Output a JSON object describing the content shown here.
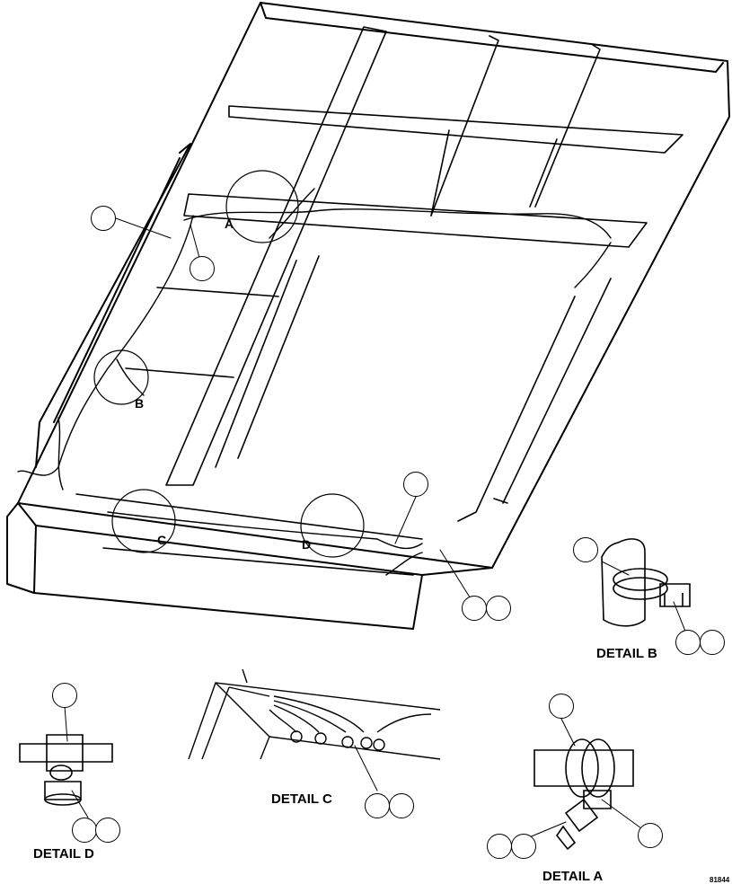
{
  "view_letters": {
    "a": "A",
    "b": "B",
    "c": "C",
    "d": "D"
  },
  "detail_titles": {
    "detail_a": "DETAIL A",
    "detail_b": "DETAIL B",
    "detail_c": "DETAIL C",
    "detail_d": "DETAIL D"
  },
  "figure_id": "81844",
  "icons": {
    "callout": "empty-callout-circle",
    "view_arrow": "arrow-icon"
  }
}
